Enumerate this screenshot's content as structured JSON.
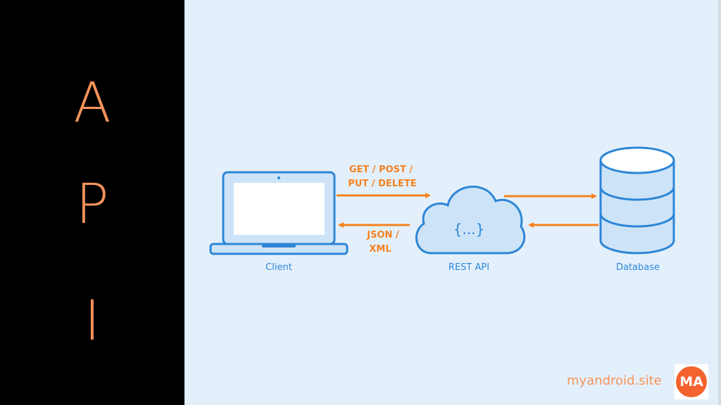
{
  "side_letters": [
    "A",
    "P",
    "I"
  ],
  "diagram": {
    "request_label_line1": "GET / POST /",
    "request_label_line2": "PUT / DELETE",
    "response_label_line1": "JSON /",
    "response_label_line2": "XML",
    "client_label": "Client",
    "api_label": "REST API",
    "api_symbol": "{...}",
    "database_label": "Database"
  },
  "footer": {
    "site": "myandroid.site",
    "logo_text": "MA"
  },
  "colors": {
    "accent": "#f58220",
    "blue": "#2e86d6",
    "background": "#e3f0fc"
  }
}
